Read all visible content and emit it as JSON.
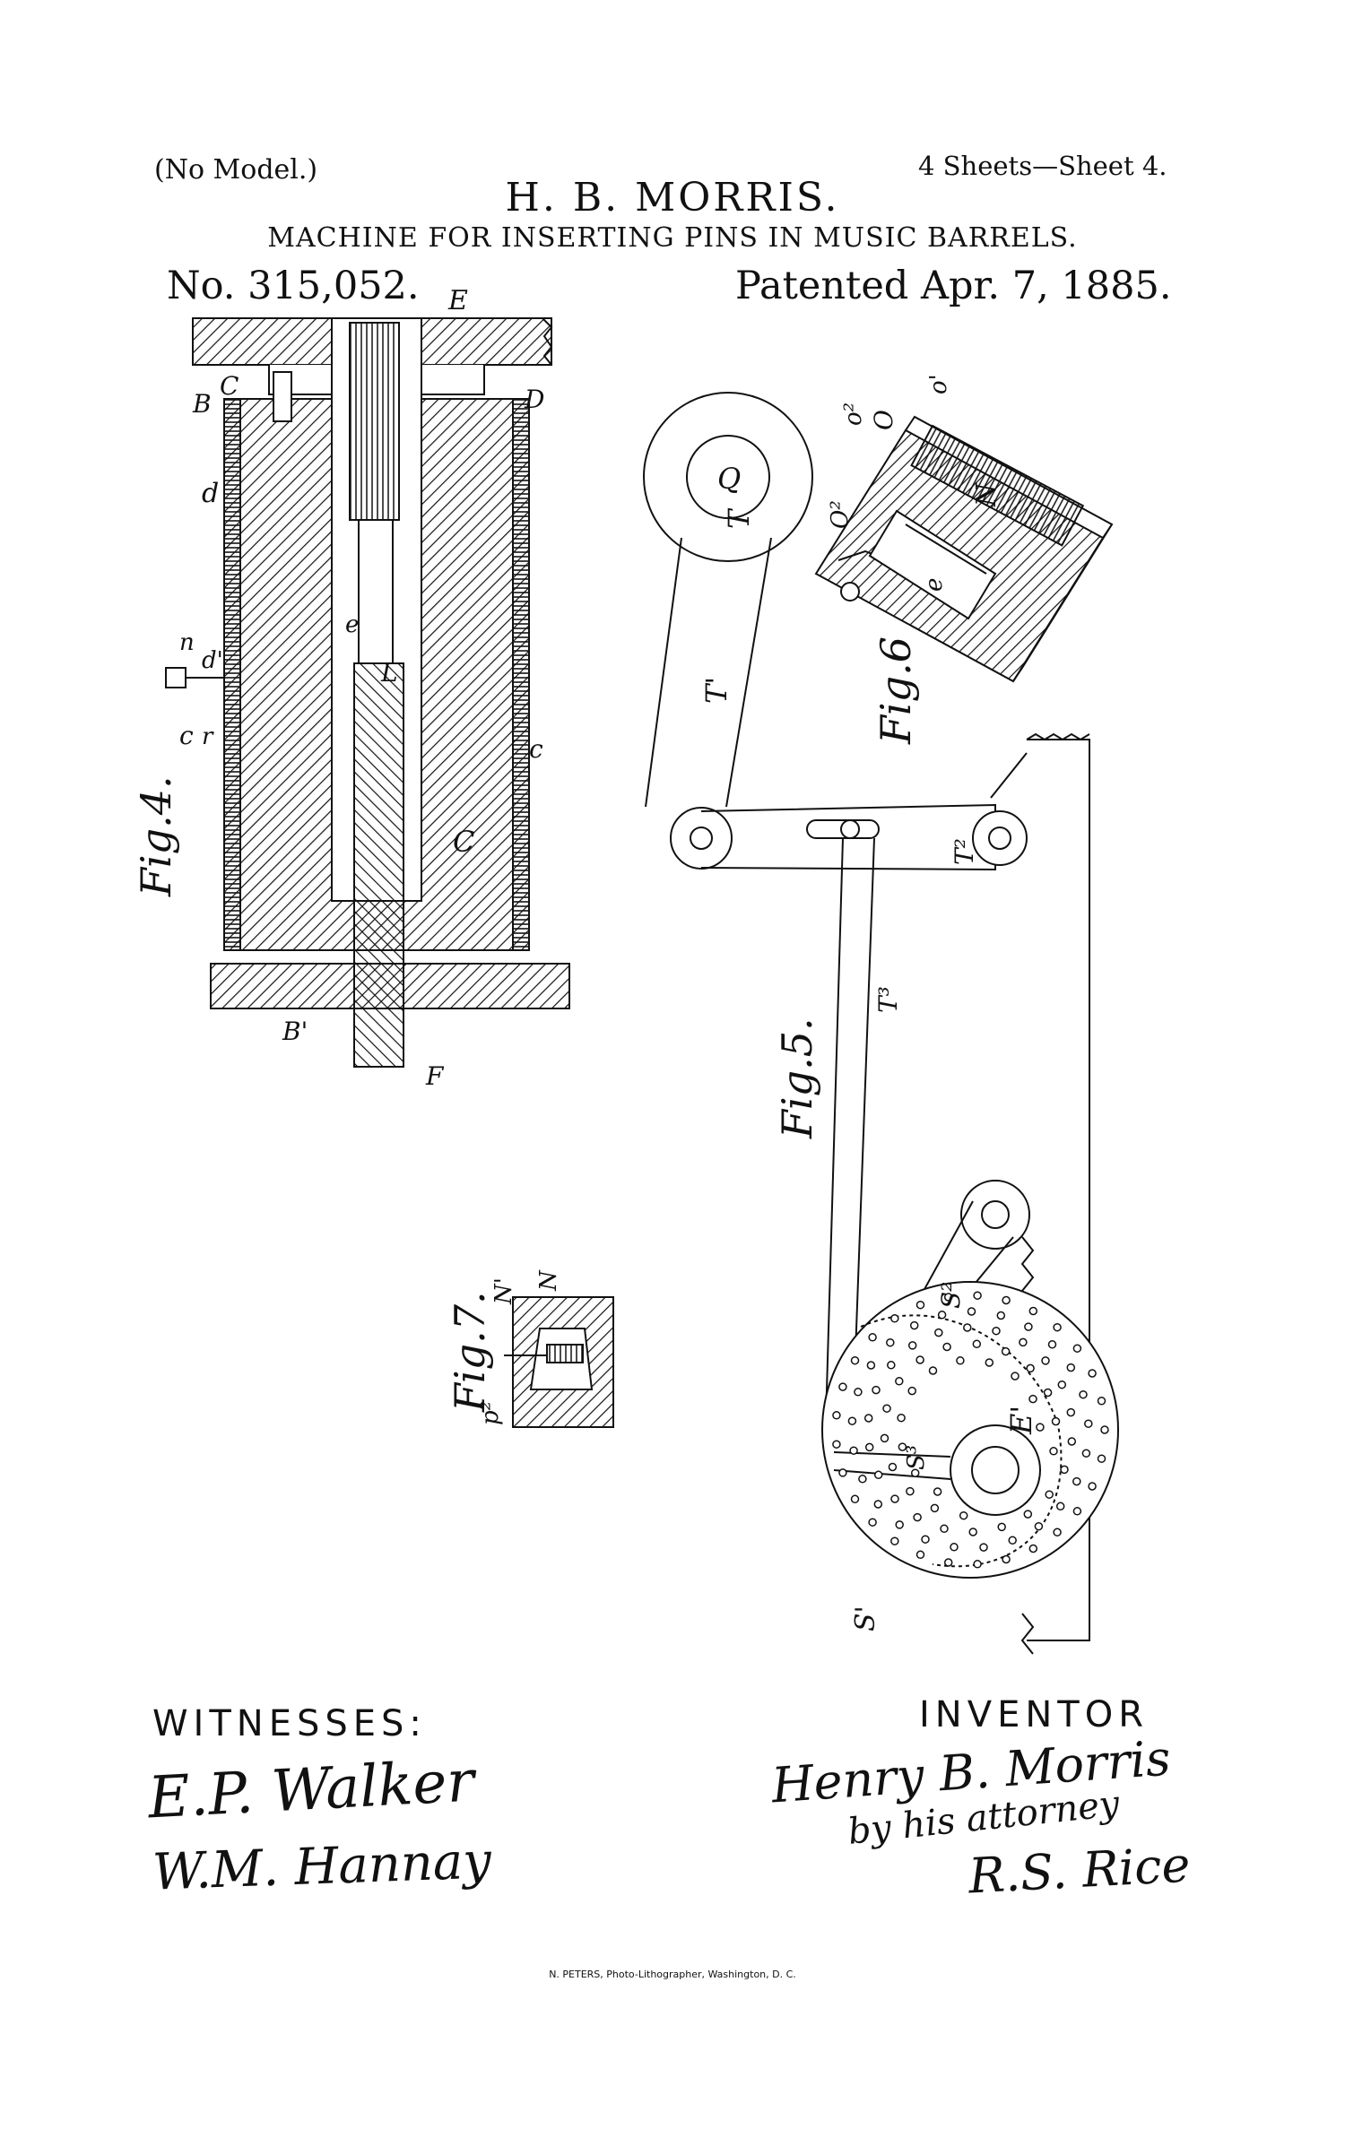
{
  "header": {
    "no_model": "(No Model.)",
    "sheets": "4 Sheets—Sheet 4.",
    "inventor": "H. B. MORRIS.",
    "title": "MACHINE FOR INSERTING PINS IN MUSIC BARRELS.",
    "patent_number": "No. 315,052.",
    "patent_date": "Patented Apr. 7, 1885."
  },
  "figures": {
    "fig4": "Fig.4.",
    "fig5": "Fig.5.",
    "fig6": "Fig.6",
    "fig7": "Fig.7."
  },
  "labels": {
    "fig4": [
      "E",
      "B",
      "C",
      "D",
      "d",
      "n",
      "d'",
      "c",
      "r",
      "c",
      "C",
      "e",
      "L",
      "B'",
      "F"
    ],
    "fig5": [
      "Q",
      "T",
      "T'",
      "T²",
      "T³",
      "S²",
      "E'",
      "S³",
      "S'"
    ],
    "fig6": [
      "O",
      "o²",
      "o'",
      "O²",
      "N",
      "e"
    ],
    "fig7": [
      "N",
      "N'",
      "p²"
    ]
  },
  "footer": {
    "witnesses_label": "WITNESSES:",
    "witness_1": "E.P. Walker",
    "witness_2": "W.M. Hannay",
    "inventor_label": "INVENTOR",
    "inventor_signature": "Henry B. Morris",
    "by_attorney": "by his attorney",
    "attorney_signature": "R.S. Rice",
    "credit": "N. PETERS, Photo-Lithographer, Washington, D. C."
  }
}
